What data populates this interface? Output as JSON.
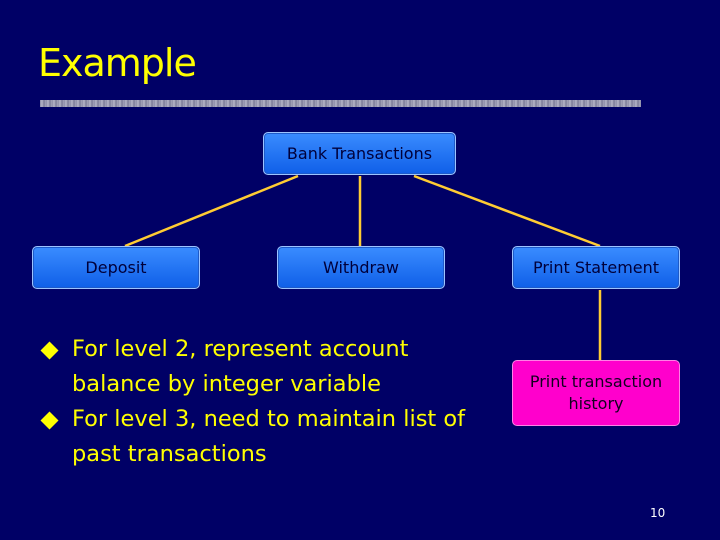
{
  "slide": {
    "title": "Example",
    "page_number": "10"
  },
  "diagram": {
    "root": "Bank Transactions",
    "level2": [
      "Deposit",
      "Withdraw",
      "Print Statement"
    ],
    "level3": "Print transaction history",
    "colors": {
      "line": "#ffcc33",
      "node_blue": "#1f6fff",
      "node_pink": "#ff00cc"
    }
  },
  "bullets": [
    "For level 2, represent account balance by integer variable",
    "For level 3, need to maintain list of past transactions"
  ],
  "colors": {
    "background": "#000066",
    "title": "#ffff00",
    "bullet_text": "#ffff00",
    "rule": "#9a9ab0"
  }
}
